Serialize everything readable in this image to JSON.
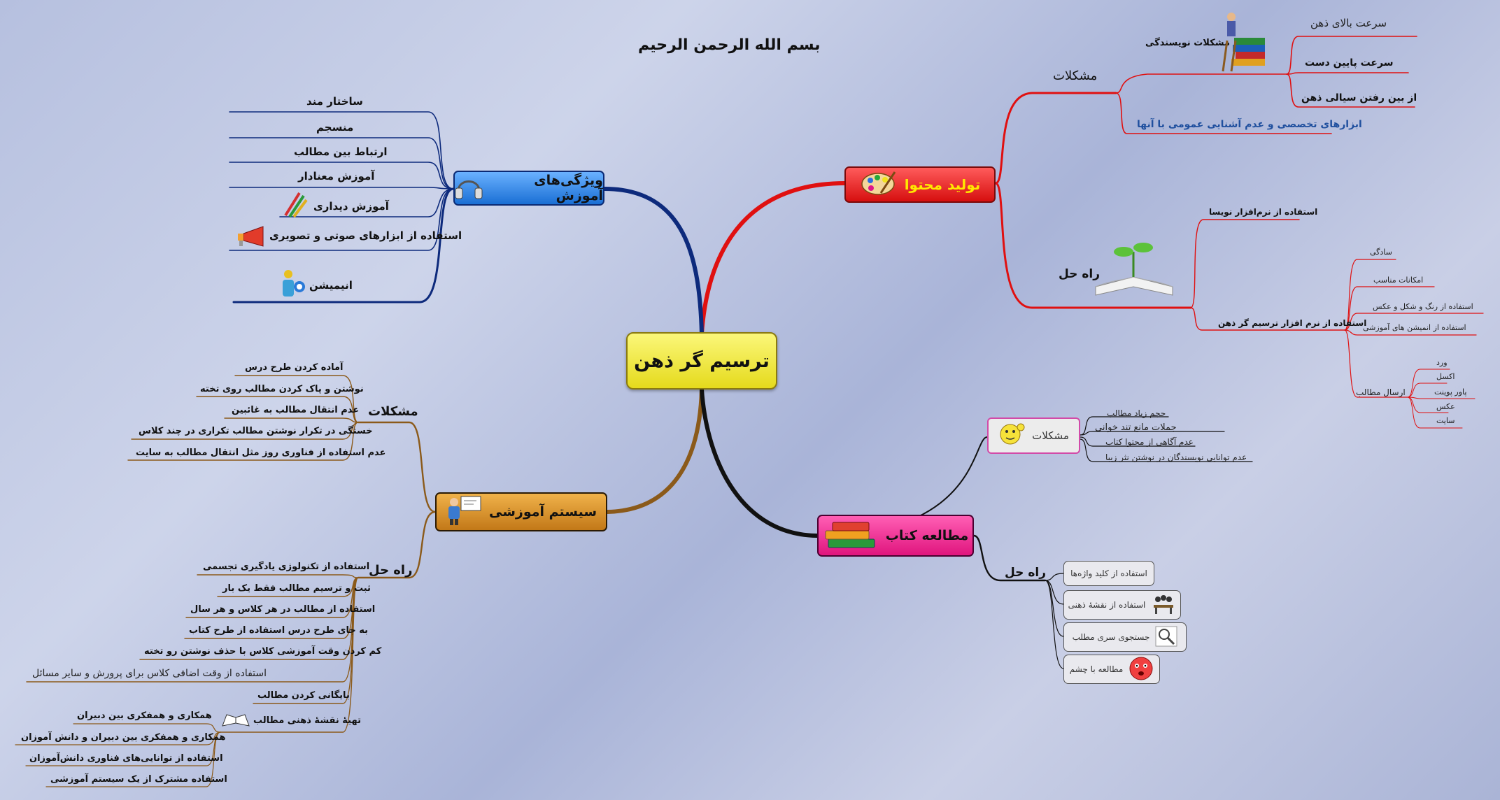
{
  "title": "بسم الله الرحمن الرحیم",
  "center": {
    "label": "ترسیم گر ذهن"
  },
  "content": {
    "label": "تولید محتوا",
    "problems": {
      "label": "مشکلات",
      "writing": {
        "label": "مشکلات نویسندگی",
        "items": [
          "سرعت بالای ذهن",
          "سرعت پایین دست",
          "از بین رفتن سیالی ذهن"
        ]
      },
      "tools": "ابزارهای تخصصی و عدم آشنایی عمومی با آنها"
    },
    "solution": {
      "label": "راه حل",
      "writer_app": "استفاده از نرم‌افزار نویسا",
      "mindmap_app": {
        "label": "استفاده از نرم افزار ترسیم گر ذهن",
        "items": [
          "سادگی",
          "امکانات مناسب",
          "استفاده از رنگ و شکل و عکس",
          "استفاده از انمیشن های آموزشی"
        ],
        "send": {
          "label": "ارسال مطالب",
          "items": [
            "ورد",
            "اکسل",
            "پاور پوینت",
            "عکس",
            "سایت"
          ]
        }
      }
    }
  },
  "features": {
    "label": "ویژگی‌های آموزش",
    "items": [
      "ساختار مند",
      "منسجم",
      "ارتباط بین مطالب",
      "آموزش معنادار",
      "آموزش دیداری",
      "استفاده از ابزارهای صوتی و تصویری",
      "انیمیشن"
    ]
  },
  "system": {
    "label": "سیستم آموزشی",
    "problems": {
      "label": "مشکلات",
      "items": [
        "آماده کردن طرح درس",
        "نوشتن و پاک کردن مطالب روی تخته",
        "عدم انتقال مطالب به غائبین",
        "خستگی در تکرار نوشتن مطالب تکراری در چند کلاس",
        "عدم استفاده از فناوری روز مثل انتقال مطالب به سایت"
      ]
    },
    "solution": {
      "label": "راه حل",
      "items": [
        "استفاده از تکنولوژی یادگیری تجسمی",
        "ثبت و ترسیم مطالب فقط یک بار",
        "استفاده از مطالب در هر کلاس و هر سال",
        "به جای طرح درس استفاده از طرح کتاب",
        "کم کردن وقت آموزشی کلاس با حذف نوشتن رو تخته",
        "استفاده از وقت اضافی کلاس برای پرورش و سایر مسائل",
        "بایگانی کردن مطالب"
      ],
      "mindmap": {
        "label": "تهیهٔ نقشهٔ ذهنی مطالب",
        "items": [
          "همکاری و همفکری بین دبیران",
          "همکاری و همفکری بین دبیران و دانش آموزان",
          "استفاده از توانایی‌های فناوری دانش‌آموزان",
          "استفاده مشترک از یک سیستم آموزشی"
        ]
      }
    }
  },
  "book": {
    "label": "مطالعه کتاب",
    "problems": {
      "label": "مشکلات",
      "items": [
        "حجم زیاد مطالب",
        "جملات مانع تند خوانی",
        "عدم آگاهی از محتوا کتاب",
        "عدم توانایی نویسندگان در نوشتن نثر زیبا"
      ]
    },
    "solution": {
      "label": "راه حل",
      "items": [
        "استفاده از کلید واژه‌ها",
        "استفاده از نقشهٔ ذهنی",
        "جستجوی سری مطلب",
        "مطالعه با چشم"
      ]
    }
  },
  "colors": {
    "content": "#e01010",
    "features": "#0d2a7c",
    "system": "#8b5a1a",
    "book": "#111111",
    "center": "#f1e838"
  },
  "icons": [
    "palette-icon",
    "headphones-icon",
    "teacher-icon",
    "books-icon",
    "emoticon-icon",
    "writer-icon",
    "plant-book-icon",
    "pencils-icon",
    "megaphone-icon",
    "animation-icon",
    "open-book-icon",
    "people-icon",
    "magnifier-icon",
    "face-icon"
  ]
}
